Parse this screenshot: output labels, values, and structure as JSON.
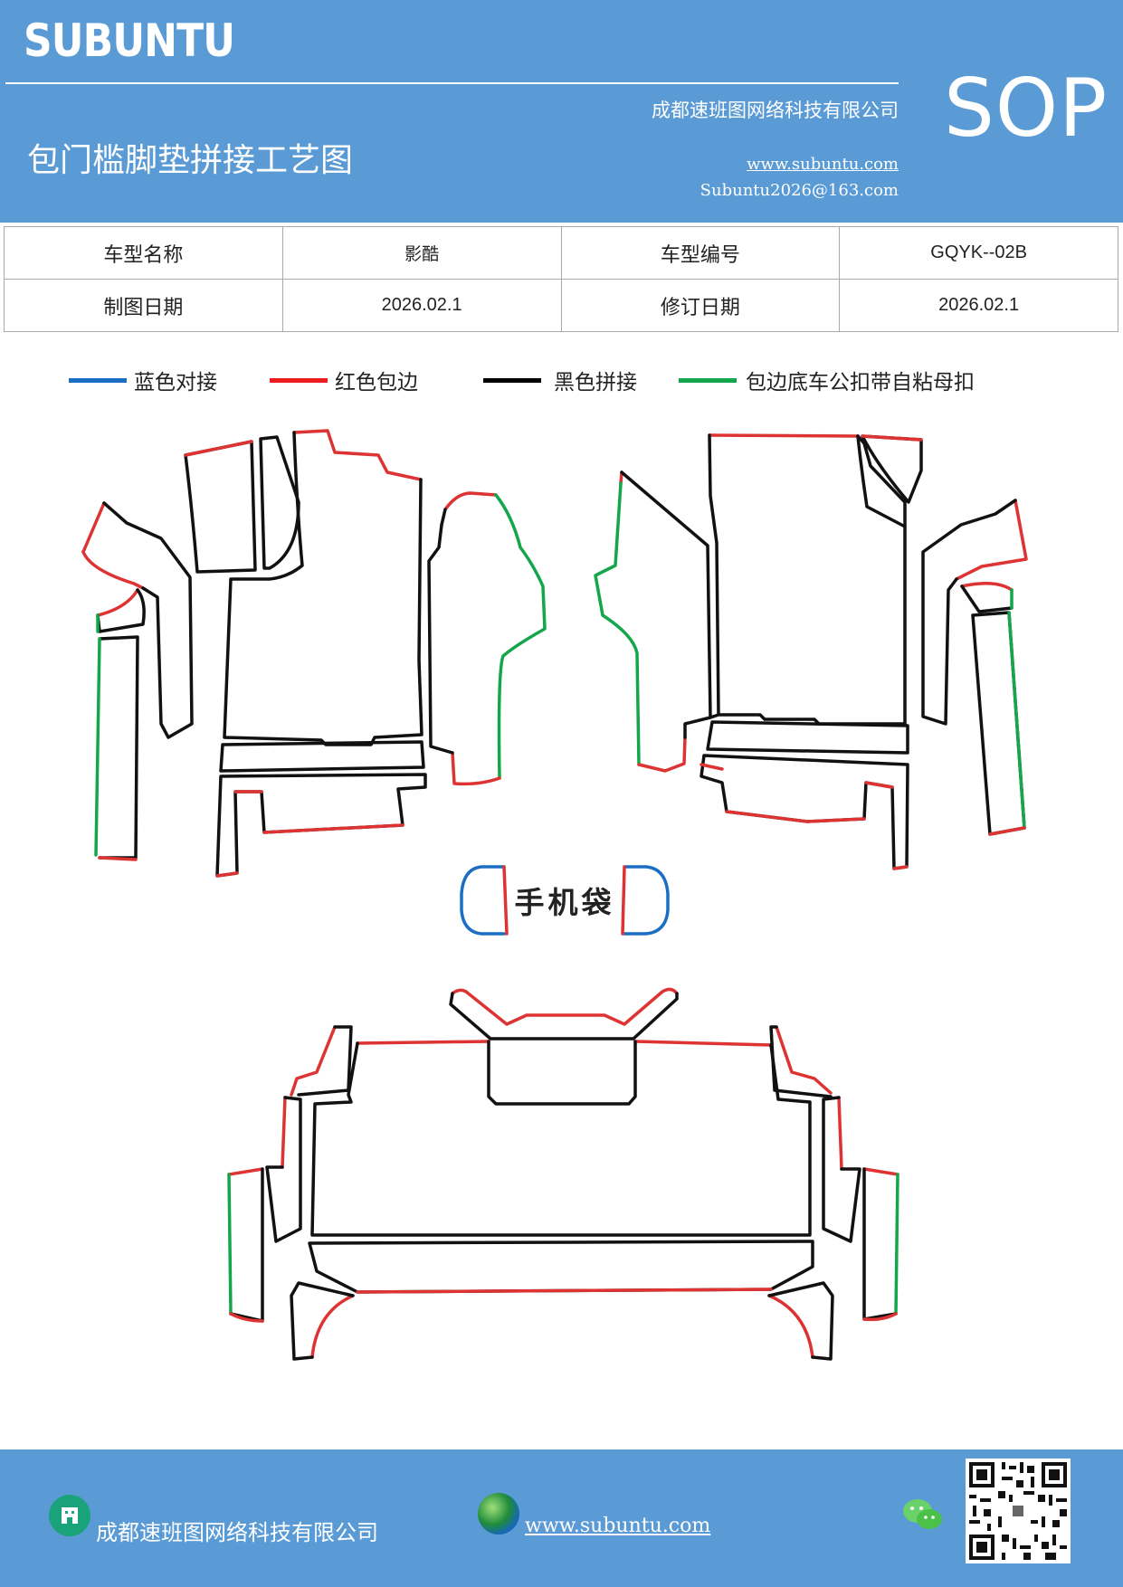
{
  "header": {
    "brand": "SUBUNTU",
    "company": "成都速班图网络科技有限公司",
    "title": "包门槛脚垫拼接工艺图",
    "website": "www.subuntu.com",
    "email": "Subuntu2026@163.com",
    "badge": "SOP"
  },
  "info_table": {
    "model_name_label": "车型名称",
    "model_name": "影酷",
    "model_code_label": "车型编号",
    "model_code": "GQYK--02B",
    "draw_date_label": "制图日期",
    "draw_date": "2026.02.1",
    "revise_date_label": "修订日期",
    "revise_date": "2026.02.1"
  },
  "legend": [
    {
      "label": "蓝色对接",
      "color": "#1a6fc4"
    },
    {
      "label": "红色包边",
      "color": "#ee1c1c"
    },
    {
      "label": "黑色拼接",
      "color": "#000000"
    },
    {
      "label": "包边底车公扣带自粘母扣",
      "color": "#14a64a"
    }
  ],
  "drawing": {
    "phone_bag_label": "手机袋"
  },
  "footer": {
    "company": "成都速班图网络科技有限公司",
    "website": "www.subuntu.com"
  },
  "colors": {
    "header_bg": "#5b9bd5",
    "blue": "#1a6fc4",
    "red": "#dd3333",
    "black": "#111111",
    "green": "#14a64a"
  }
}
